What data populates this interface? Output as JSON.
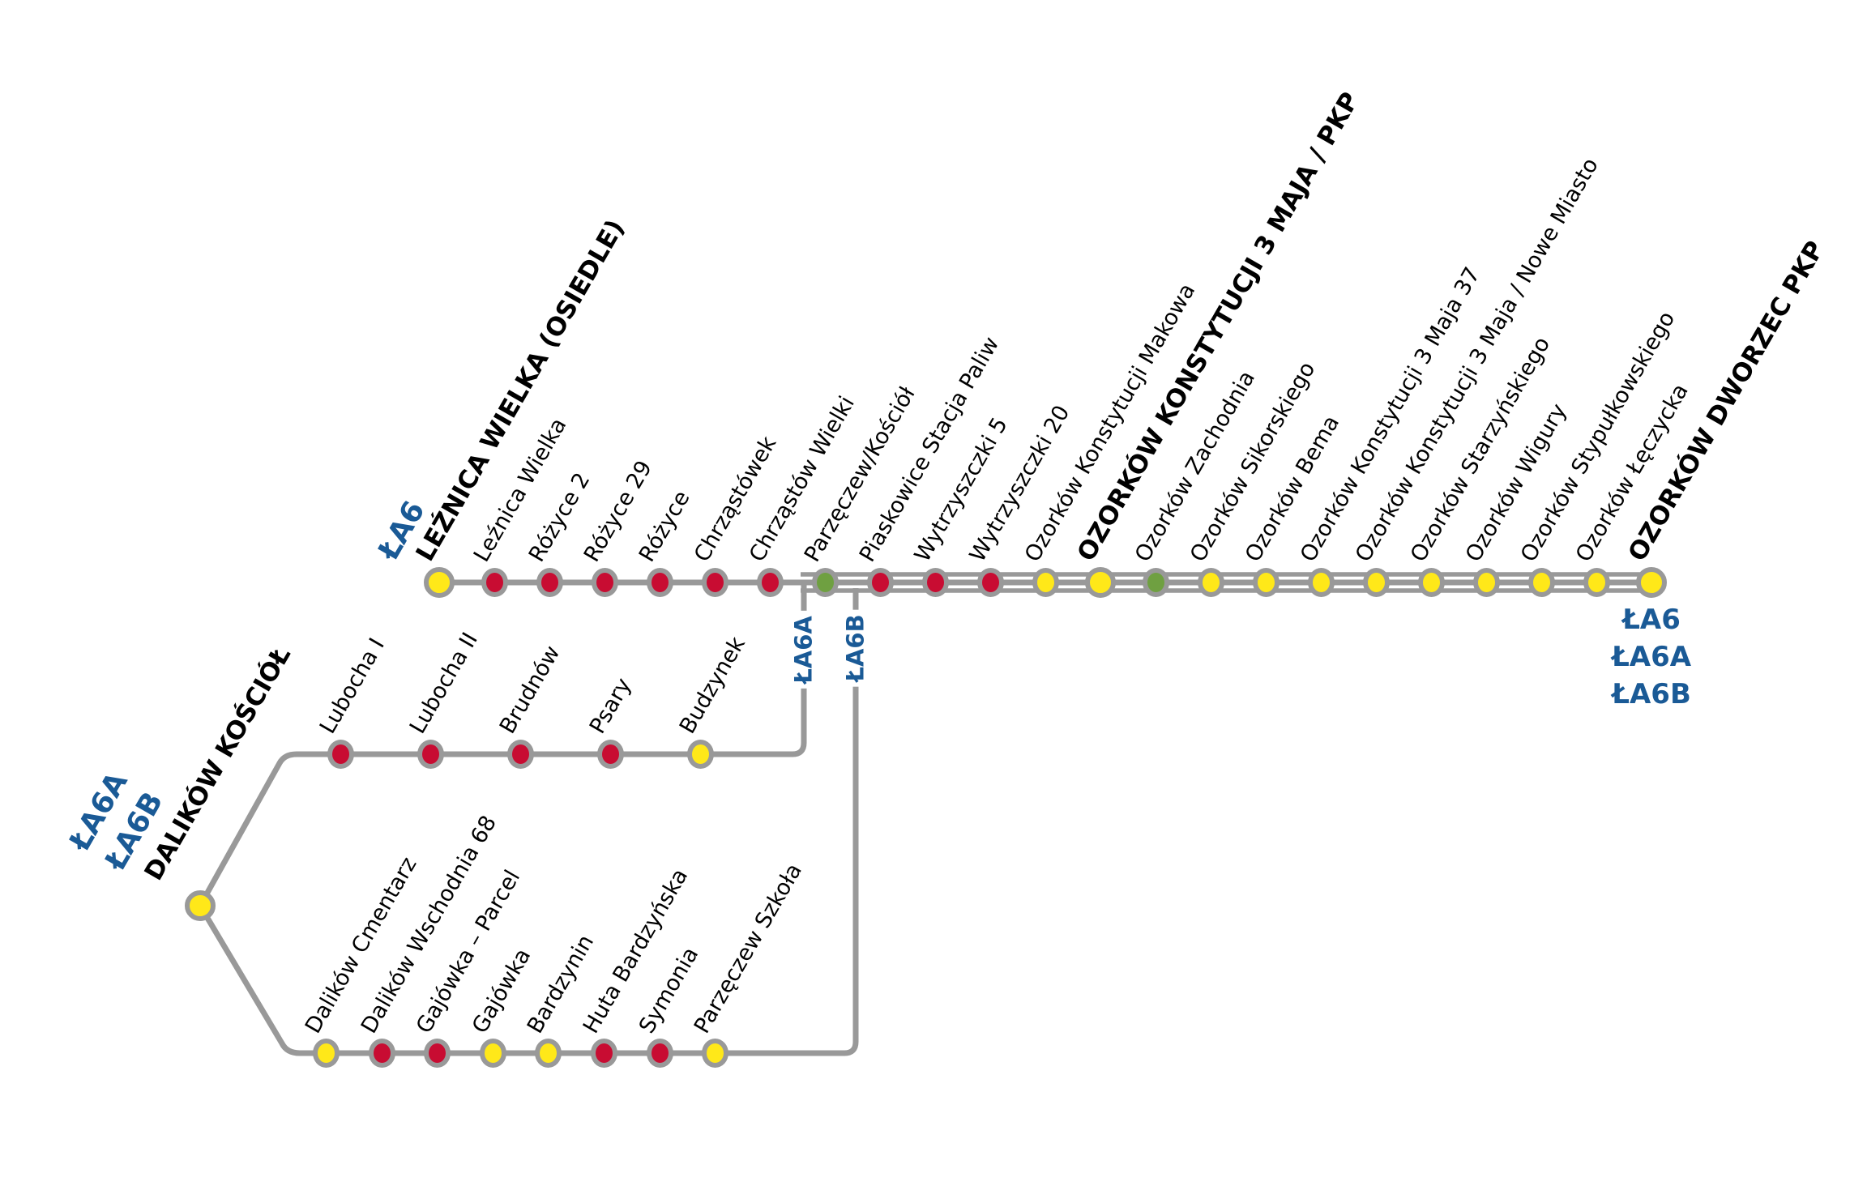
{
  "colors": {
    "line_gray": "#999999",
    "stop_red": "#C80C32",
    "stop_yellow": "#FFE819",
    "stop_green": "#6FA041",
    "route_blue": "#1A5A96",
    "label_black": "#000000"
  },
  "legend": {
    "start_route_tag": "ŁA6",
    "branch_a_tag": "ŁA6A",
    "branch_b_tag": "ŁA6B",
    "west_terminal_routes": [
      "ŁA6A",
      "ŁA6B"
    ],
    "east_terminal_routes": [
      "ŁA6",
      "ŁA6A",
      "ŁA6B"
    ]
  },
  "west_terminus": {
    "name": "DALIKÓW KOŚCIÓŁ",
    "color": "yellow",
    "major": true
  },
  "main_line": {
    "stations": [
      {
        "name": "LEŹNICA WIELKA (OSIEDLE)",
        "color": "yellow",
        "major": true
      },
      {
        "name": "Leźnica Wielka",
        "color": "red",
        "major": false
      },
      {
        "name": "Różyce 2",
        "color": "red",
        "major": false
      },
      {
        "name": "Różyce 29",
        "color": "red",
        "major": false
      },
      {
        "name": "Różyce",
        "color": "red",
        "major": false
      },
      {
        "name": "Chrząstówek",
        "color": "red",
        "major": false
      },
      {
        "name": "Chrząstów Wielki",
        "color": "red",
        "major": false
      },
      {
        "name": "Parzęczew/Kościół",
        "color": "green",
        "major": false
      },
      {
        "name": "Piaskowice Stacja Paliw",
        "color": "red",
        "major": false
      },
      {
        "name": "Wytrzyszczki 5",
        "color": "red",
        "major": false
      },
      {
        "name": "Wytrzyszczki 20",
        "color": "red",
        "major": false
      },
      {
        "name": "Ozorków Konstytucji Makowa",
        "color": "yellow",
        "major": false
      },
      {
        "name": "OZORKÓW KONSTYTUCJI 3 MAJA / PKP",
        "color": "yellow",
        "major": true
      },
      {
        "name": "Ozorków Zachodnia",
        "color": "green",
        "major": false
      },
      {
        "name": "Ozorków Sikorskiego",
        "color": "yellow",
        "major": false
      },
      {
        "name": "Ozorków Bema",
        "color": "yellow",
        "major": false
      },
      {
        "name": "Ozorków Konstytucji 3 Maja 37",
        "color": "yellow",
        "major": false
      },
      {
        "name": "Ozorków Konstytucji 3 Maja / Nowe Miasto",
        "color": "yellow",
        "major": false
      },
      {
        "name": "Ozorków Starzyńskiego",
        "color": "yellow",
        "major": false
      },
      {
        "name": "Ozorków Wigury",
        "color": "yellow",
        "major": false
      },
      {
        "name": "Ozorków Stypułkowskiego",
        "color": "yellow",
        "major": false
      },
      {
        "name": "Ozorków Łęczycka",
        "color": "yellow",
        "major": false
      },
      {
        "name": "OZORKÓW DWORZEC PKP",
        "color": "yellow",
        "major": true
      }
    ]
  },
  "branch_a": {
    "stations": [
      {
        "name": "Lubocha I",
        "color": "red",
        "major": false
      },
      {
        "name": "Lubocha II",
        "color": "red",
        "major": false
      },
      {
        "name": "Brudnów",
        "color": "red",
        "major": false
      },
      {
        "name": "Psary",
        "color": "red",
        "major": false
      },
      {
        "name": "Budzynek",
        "color": "yellow",
        "major": false
      }
    ]
  },
  "branch_b": {
    "stations": [
      {
        "name": "Dalików Cmentarz",
        "color": "yellow",
        "major": false
      },
      {
        "name": "Dalików Wschodnia 68",
        "color": "red",
        "major": false
      },
      {
        "name": "Gajówka – Parcel",
        "color": "red",
        "major": false
      },
      {
        "name": "Gajówka",
        "color": "yellow",
        "major": false
      },
      {
        "name": "Bardzynin",
        "color": "yellow",
        "major": false
      },
      {
        "name": "Huta Bardzyńska",
        "color": "red",
        "major": false
      },
      {
        "name": "Symonia",
        "color": "red",
        "major": false
      },
      {
        "name": "Parzęczew Szkoła",
        "color": "yellow",
        "major": false
      }
    ]
  }
}
